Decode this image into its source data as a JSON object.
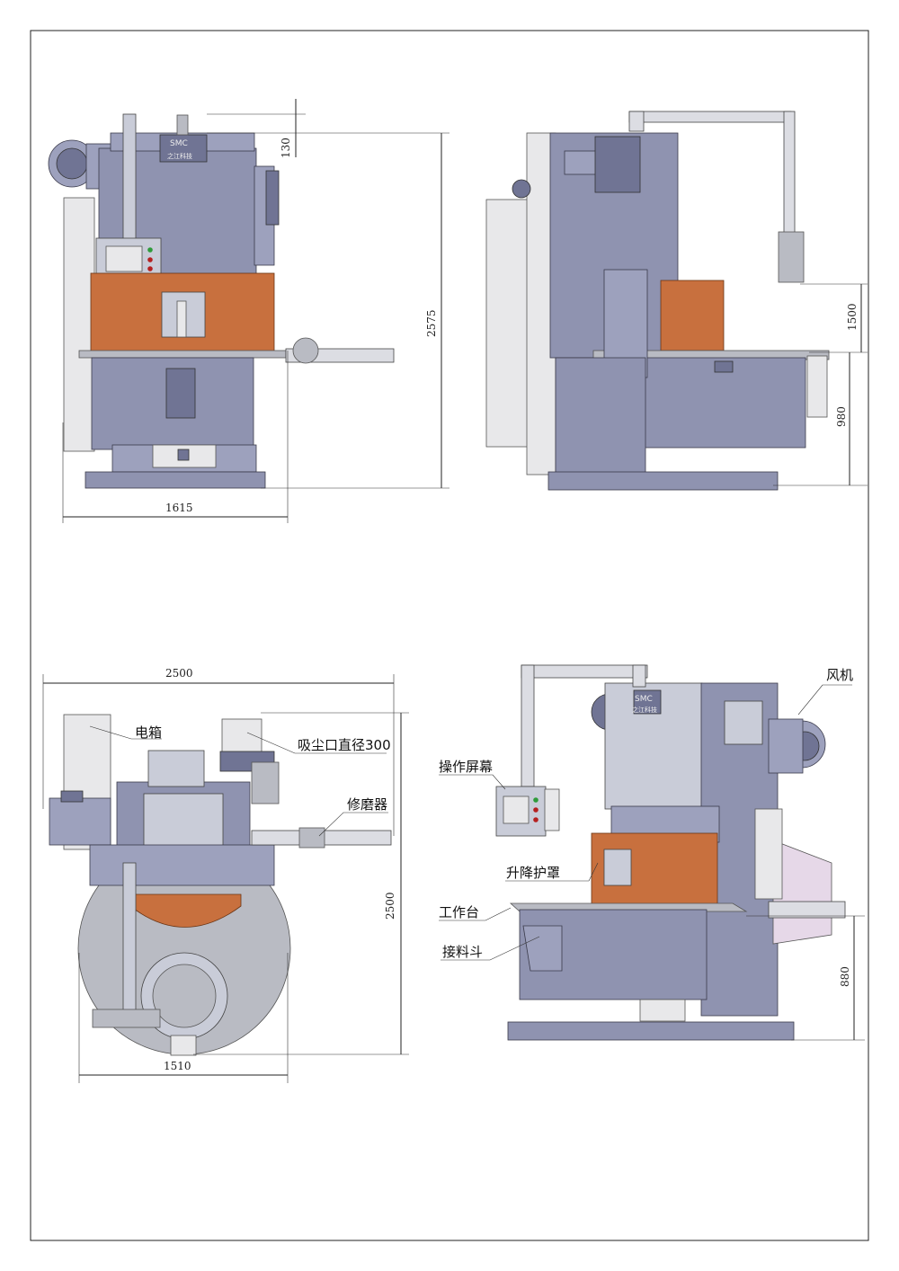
{
  "dimensions": {
    "front_height_top": "130",
    "front_height_total": "2575",
    "front_width": "1615",
    "side_height_upper": "1500",
    "side_height_lower": "980",
    "top_width": "2500",
    "top_depth": "2500",
    "top_table_width": "1510",
    "iso_height": "880"
  },
  "logo": {
    "letters": "SMC",
    "company_name": "之江科技"
  },
  "labels": {
    "electric_box": "电箱",
    "dust_port": "吸尘口直径300",
    "dresser": "修磨器",
    "fan": "风机",
    "operation_screen": "操作屏幕",
    "lifting_guard": "升降护罩",
    "worktable": "工作台",
    "receiving_hopper": "接料斗"
  }
}
